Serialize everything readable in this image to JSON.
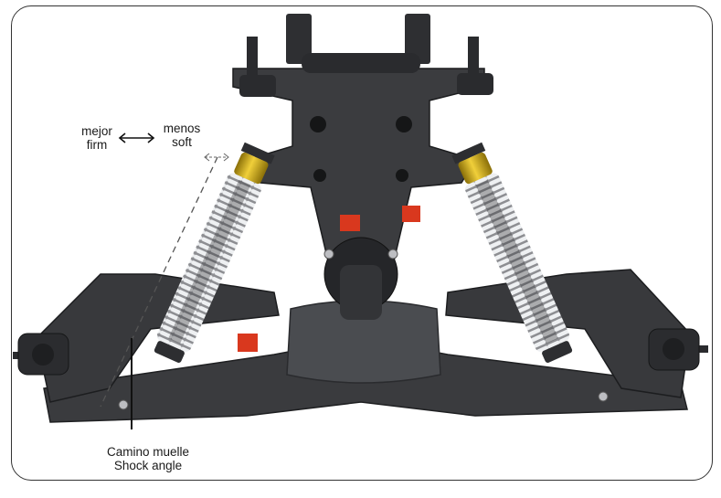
{
  "labels": {
    "stiffer": [
      "mejor",
      "firm"
    ],
    "softer": [
      "menos",
      "soft"
    ],
    "shock_angle": [
      "Camino muelle",
      "Shock angle"
    ]
  },
  "colors": {
    "chassis": "#3a3b3e",
    "chassis_dark": "#232427",
    "spring": "#e6e7ea",
    "shock_body": "#2d2e31",
    "shock_cap": "#c9a618",
    "accent_red": "#d9381e",
    "bumper": "#4a4c50",
    "frame": "#333333"
  }
}
